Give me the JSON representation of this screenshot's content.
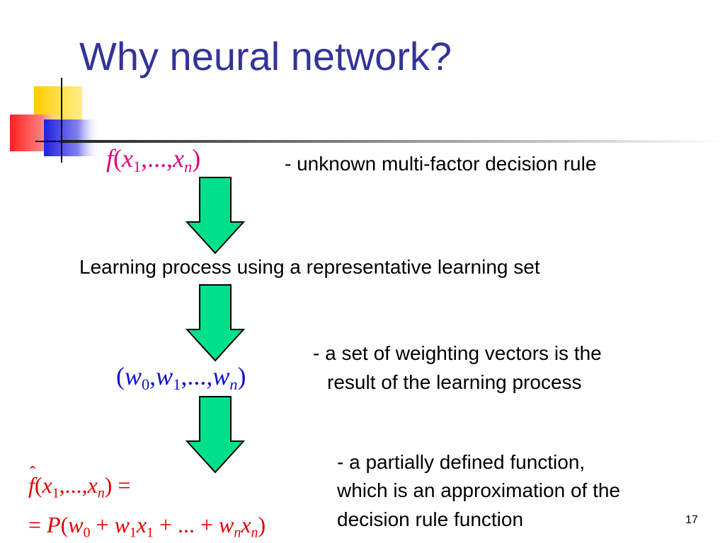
{
  "slide": {
    "title": "Why neural network?",
    "page_number": "17"
  },
  "formulas": {
    "f_lhs": {
      "f": "f",
      "open": "(",
      "x1": "x",
      "sub1": "1",
      "mid": ",...,",
      "xn": "x",
      "subn": "n",
      "close": ")"
    },
    "weights": {
      "open": "(",
      "w0": "w",
      "sub0": "0",
      "c1": ",",
      "w1": "w",
      "sub1": "1",
      "mid": ",...,",
      "wn": "w",
      "subn": "n",
      "close": ")"
    },
    "approx_lhs": {
      "fhat": "f",
      "hat": "ˆ",
      "open": "(",
      "x1": "x",
      "sub1": "1",
      "mid": ",...,",
      "xn": "x",
      "subn": "n",
      "close": ")",
      "eq": " ="
    },
    "approx_rhs": {
      "eq": "=",
      "P": "P",
      "open": "(",
      "w0": "w",
      "sub0": "0",
      "plus1": " + ",
      "w1": "w",
      "sub1a": "1",
      "x1": "x",
      "sub1b": "1",
      "plus2": " + ... + ",
      "wn": "w",
      "subna": "n",
      "xn": "x",
      "subnb": "n",
      "close": ")"
    }
  },
  "annotations": {
    "decision_rule": "- unknown multi-factor decision rule",
    "learning_process": "Learning process using a representative learning set",
    "weights_line1": "- a set of weighting vectors is the",
    "weights_line2": "result of the learning process",
    "partial_line1": "- a partially defined function,",
    "partial_line2": "which is an approximation of the",
    "partial_line3": "decision rule function"
  },
  "colors": {
    "title": "#333399",
    "arrow_fill": "#00e08a",
    "formula_f": "#e0007a",
    "formula_weights": "#1010d0",
    "formula_approx": "#e00000"
  }
}
